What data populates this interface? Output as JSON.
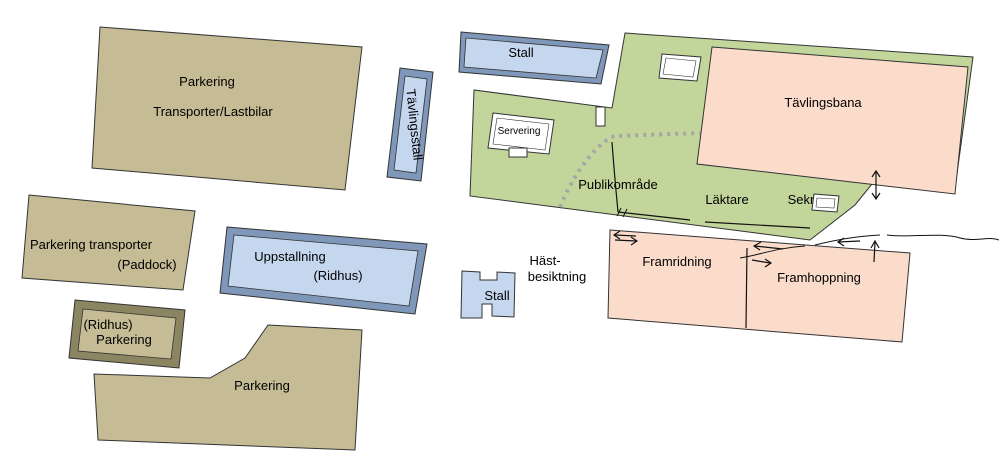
{
  "colors": {
    "parking_fill": "#c5bb94",
    "parking_dark": "#9d9570",
    "building_fill": "#c5d7ee",
    "building_side": "#7f97b8",
    "public_area_fill": "#c2d69b",
    "arena_fill": "#fbdccb",
    "outline": "#333333",
    "path_dotted": "#a6a6a6"
  },
  "labels": {
    "parking_top_line1": "Parkering",
    "parking_top_line2": "Transporter/Lastbilar",
    "tavlingsstall": "Tävlingsstall",
    "stall_top": "Stall",
    "parking_transporter_line1": "Parkering transporter",
    "parking_transporter_line2": "(Paddock)",
    "uppstallning_line1": "Uppstallning",
    "uppstallning_line2": "(Ridhus)",
    "ridhus_parking_line1": "(Ridhus)",
    "ridhus_parking_line2": "Parkering",
    "parking_bottom": "Parkering",
    "servering": "Servering",
    "publikomrade": "Publikområde",
    "laktare": "Läktare",
    "sekr": "Sekr",
    "tavlingsbana": "Tävlingsbana",
    "hast_line1": "Häst-",
    "hast_line2": "besiktning",
    "stall_small": "Stall",
    "framridning": "Framridning",
    "framhoppning": "Framhoppning"
  },
  "icons": {
    "arrows": "double-arrow-icon",
    "direction": "arrow-icon"
  }
}
